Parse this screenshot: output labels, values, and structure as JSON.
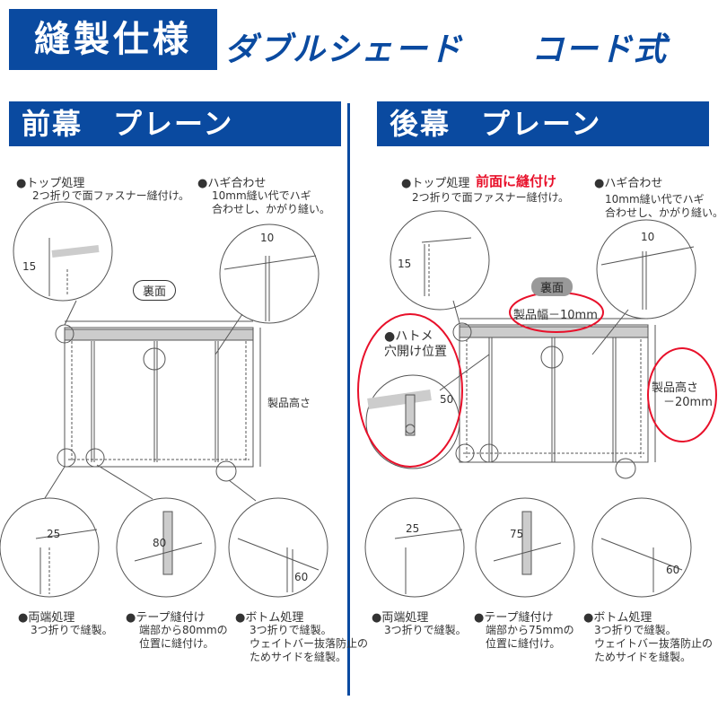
{
  "header": {
    "title": "縫製仕様",
    "subtitle": "ダブルシェード　　コード式",
    "accent": "#0a4aa0",
    "highlight": "#e8102a"
  },
  "front": {
    "section_title": "前幕　プレーン",
    "top": {
      "label": "●トップ処理",
      "desc": "2つ折りで面ファスナー縫付け。",
      "dim": "15"
    },
    "seam": {
      "label": "●ハギ合わせ",
      "desc": "10mm縫い代でハギ\n合わせし、かがり縫い。",
      "dim": "10"
    },
    "back_label": "裏面",
    "height_label": "製品高さ",
    "sides": {
      "label": "●両端処理",
      "desc": "3つ折りで縫製。",
      "dim": "25"
    },
    "tape": {
      "label": "●テープ縫付け",
      "desc": "端部から80mmの\n位置に縫付け。",
      "dim": "80"
    },
    "bottom": {
      "label": "●ボトム処理",
      "desc": "3つ折りで縫製。\nウェイトバー抜落防止の\nためサイドを縫製。",
      "dim": "60"
    }
  },
  "rear": {
    "section_title": "後幕　プレーン",
    "top": {
      "label": "●トップ処理",
      "note": "前面に縫付け",
      "desc": "2つ折りで面ファスナー縫付け。",
      "dim": "15"
    },
    "seam": {
      "label": "●ハギ合わせ",
      "desc": "10mm縫い代でハギ\n合わせし、かがり縫い。",
      "dim": "10"
    },
    "back_label": "裏面",
    "width_label": "製品幅－10mm",
    "height_label": "製品高さ\n　－20mm",
    "grommet": {
      "label": "●ハトメ\n穴開け位置",
      "dim": "50"
    },
    "sides": {
      "label": "●両端処理",
      "desc": "3つ折りで縫製。",
      "dim": "25"
    },
    "tape": {
      "label": "●テープ縫付け",
      "desc": "端部から75mmの\n位置に縫付け。",
      "dim": "75"
    },
    "bottom": {
      "label": "●ボトム処理",
      "desc": "3つ折りで縫製。\nウェイトバー抜落防止の\nためサイドを縫製。",
      "dim": "60"
    }
  }
}
